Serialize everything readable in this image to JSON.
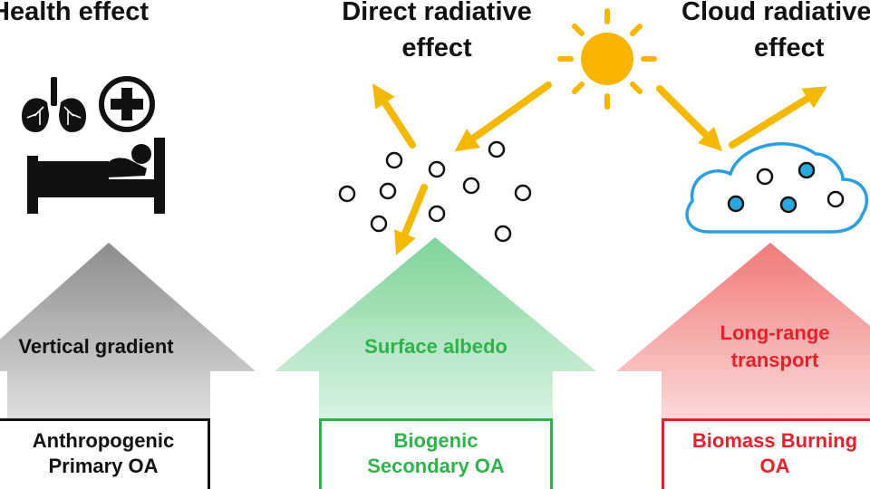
{
  "titles": {
    "health": "Health effect",
    "direct_line1": "Direct radiative",
    "direct_line2": "effect",
    "cloud_line1": "Cloud radiative",
    "cloud_line2": "effect"
  },
  "columns": [
    {
      "arrow_label": "Vertical gradient",
      "source_line1": "Anthropogenic",
      "source_line2": "Primary OA",
      "color": "#111111"
    },
    {
      "arrow_label": "Surface albedo",
      "source_line1": "Biogenic",
      "source_line2": "Secondary OA",
      "color": "#2db34a"
    },
    {
      "arrow_label_line1": "Long-range",
      "arrow_label_line2": "transport",
      "source_line1": "Biomass Burning",
      "source_line2": "OA",
      "color": "#e8202a"
    }
  ],
  "colors": {
    "sun": "#f7b500",
    "sun_arrows": "#f5b800",
    "cloud_outline": "#2a9fe0",
    "cloud_particle": "#2aa9e0",
    "gray_arrow": "#8c8c8c",
    "green_arrow": "#7fd39a",
    "red_arrow": "#f07a7a"
  },
  "icons": [
    "lungs-icon",
    "medical-cross-icon",
    "hospital-bed-icon",
    "sun-icon",
    "cloud-icon"
  ]
}
